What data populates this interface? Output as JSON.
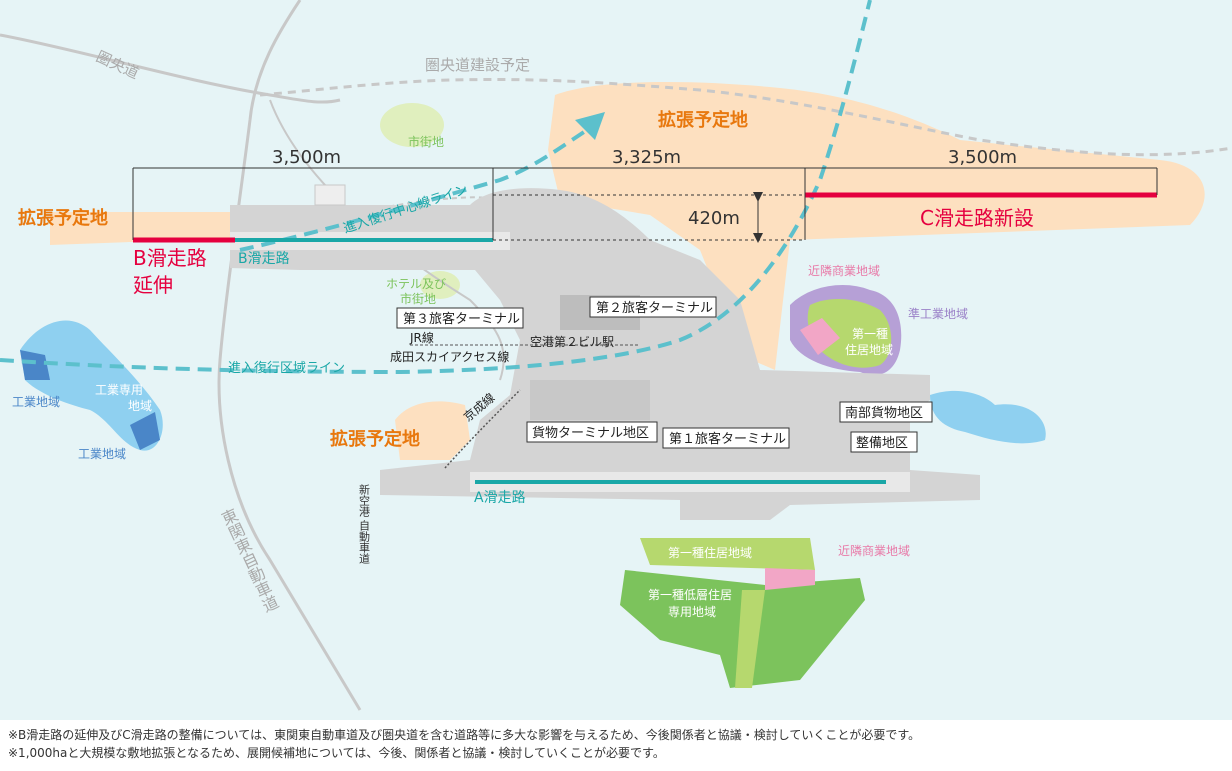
{
  "colors": {
    "sea": "#e6f4f6",
    "expansion": "#fde0c0",
    "airport": "#d4d4d4",
    "runway": "#e8e8e8",
    "runway_center": "#1aa7a7",
    "new_runway": "#e5003f",
    "route_line": "#5cc0cc",
    "residential_green": "#7cc35c",
    "residential_light": "#b6d86e",
    "commercial_pink": "#f2a6c6",
    "industrial_purple": "#b6a0d6",
    "industrial_blue": "#8fd0f0",
    "industrial_dark": "#4a86c8",
    "orange_text": "#e8780e",
    "road": "#bdbdbd"
  },
  "labels": {
    "expansion_top": "拡張予定地",
    "expansion_left": "拡張予定地",
    "expansion_bottom": "拡張予定地",
    "runway_b_ext": "B滑走路",
    "runway_b_ext_2": "延伸",
    "runway_b": "B滑走路",
    "runway_c": "C滑走路新設",
    "runway_a": "A滑走路",
    "dim_1": "3,500m",
    "dim_2": "3,325m",
    "dim_3": "3,500m",
    "dim_420": "420m",
    "ken_o_do": "圏央道",
    "ken_o_do_planned": "圏央道建設予定",
    "urban_area": "市街地",
    "approach_center_line": "進入復行中心線ライン",
    "approach_area_line": "進入復行区域ライン",
    "hotel_area_1": "ホテル及び",
    "hotel_area_2": "市街地",
    "terminal_3": "第３旅客ターミナル",
    "terminal_2": "第２旅客ターミナル",
    "terminal_1": "第１旅客ターミナル",
    "jr_line": "JR線",
    "skyaccess_line": "成田スカイアクセス線",
    "station_t2": "空港第２ビル駅",
    "keisei_line": "京成線",
    "cargo_terminal": "貨物ターミナル地区",
    "south_cargo": "南部貨物地区",
    "maintenance": "整備地区",
    "shin_kuko_1": "新空港",
    "shin_kuko_2": "自動車道",
    "higashi_kanto": "東関東自動車道",
    "industrial_area_1": "工業地域",
    "industrial_area_2": "工業地域",
    "industrial_exclusive_1": "工業専用",
    "industrial_exclusive_2": "地域",
    "neighborhood_commercial_1": "近隣商業地域",
    "neighborhood_commercial_2": "近隣商業地域",
    "quasi_industrial": "準工業地域",
    "residential_1a": "第一種",
    "residential_1b": "住居地域",
    "residential_south": "第一種住居地域",
    "low_rise_1": "第一種低層住居",
    "low_rise_2": "専用地域"
  },
  "notes": [
    "※B滑走路の延伸及びC滑走路の整備については、東関東自動車道及び圏央道を含む道路等に多大な影響を与えるため、今後関係者と協議・検討していくことが必要です。",
    "※1,000haと大規模な敷地拡張となるため、展開候補地については、今後、関係者と協議・検討していくことが必要です。"
  ]
}
